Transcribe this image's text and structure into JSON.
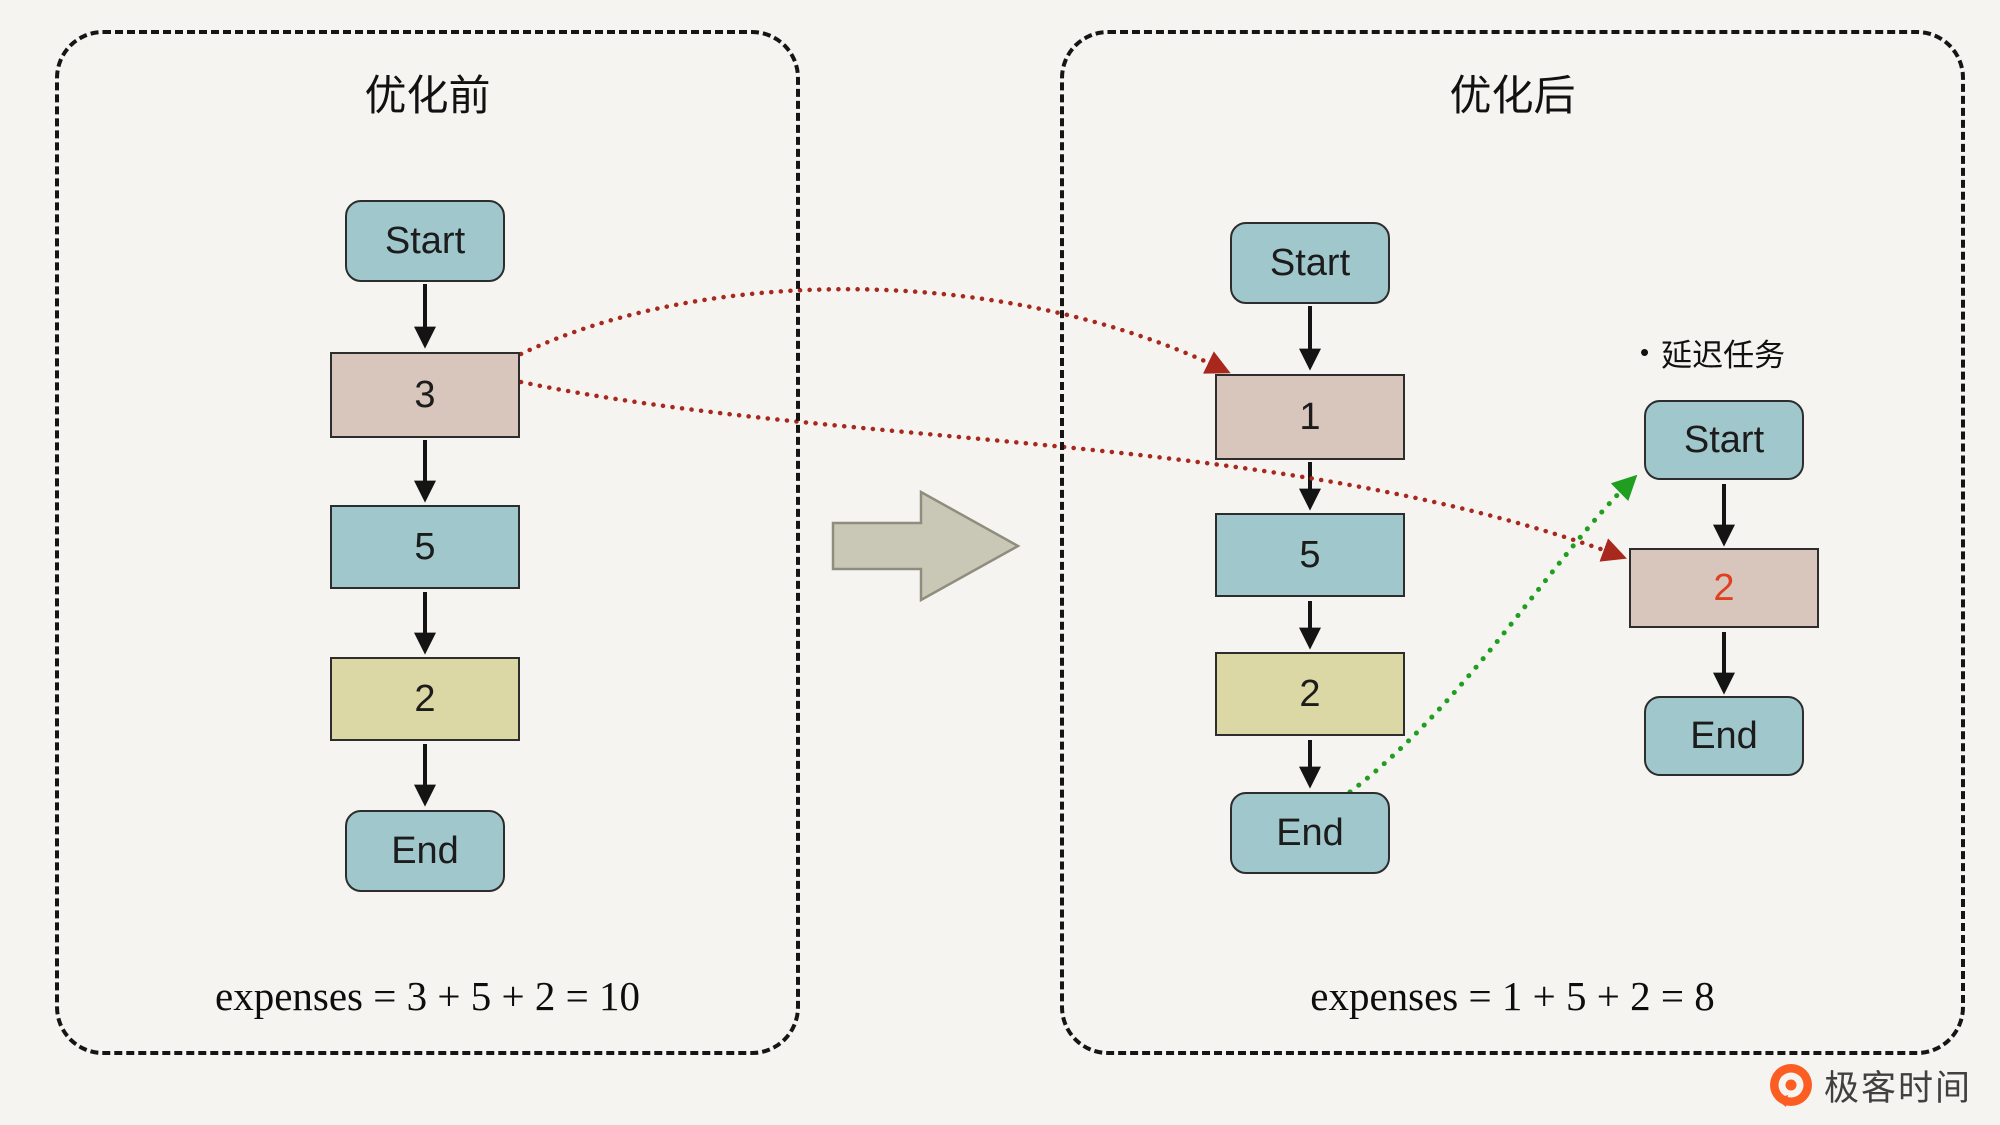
{
  "panels": {
    "before": {
      "title": "优化前",
      "nodes": [
        {
          "label": "Start"
        },
        {
          "label": "3"
        },
        {
          "label": "5"
        },
        {
          "label": "2"
        },
        {
          "label": "End"
        }
      ],
      "expenses": "expenses = 3 + 5 + 2 = 10"
    },
    "after": {
      "title": "优化后",
      "main_nodes": [
        {
          "label": "Start"
        },
        {
          "label": "1"
        },
        {
          "label": "5"
        },
        {
          "label": "2"
        },
        {
          "label": "End"
        }
      ],
      "delayed": {
        "bullet": "•",
        "label": "延迟任务",
        "nodes": [
          {
            "label": "Start"
          },
          {
            "label": "2"
          },
          {
            "label": "End"
          }
        ]
      },
      "expenses": "expenses = 1 + 5 + 2 = 8"
    }
  },
  "brand": {
    "name": "极客时间"
  },
  "colors": {
    "background": "#f5f4f0",
    "node_teal": "#9fc7cc",
    "node_pink": "#d8c6bd",
    "node_khaki": "#dcd8a5",
    "panel_border": "#151515",
    "flow_arrow": "#141414",
    "move_arrow_red": "#a8281e",
    "defer_arrow_green": "#1f9e1f",
    "highlight_number": "#e0401f",
    "brand_orange": "#fb5d23"
  }
}
